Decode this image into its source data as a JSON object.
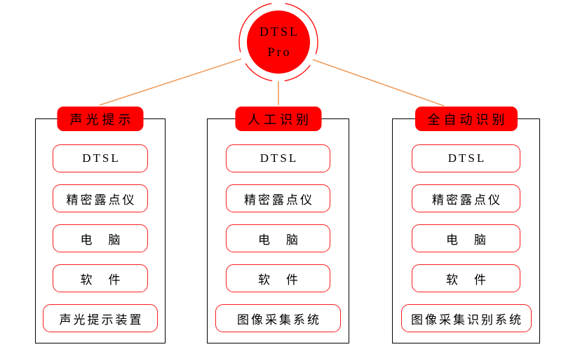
{
  "diagram": {
    "root": {
      "label_line1": "DTSL",
      "label_line2": "Pro"
    },
    "branches": [
      {
        "title": "声光提示",
        "items": [
          "DTSL",
          "精密露点仪",
          "电　脑",
          "软　件",
          "声光提示装置"
        ]
      },
      {
        "title": "人工识别",
        "items": [
          "DTSL",
          "精密露点仪",
          "电　脑",
          "软　件",
          "图像采集系统"
        ]
      },
      {
        "title": "全自动识别",
        "items": [
          "DTSL",
          "精密露点仪",
          "电　脑",
          "软　件",
          "图像采集识别系统"
        ]
      }
    ],
    "colors": {
      "node_red": "#fe0000",
      "connector_orange": "#ee9d5f",
      "box_border_red": "#fb1c1c",
      "ring_red": "#ff1212",
      "container_border": "#000000",
      "text": "#000000"
    }
  }
}
